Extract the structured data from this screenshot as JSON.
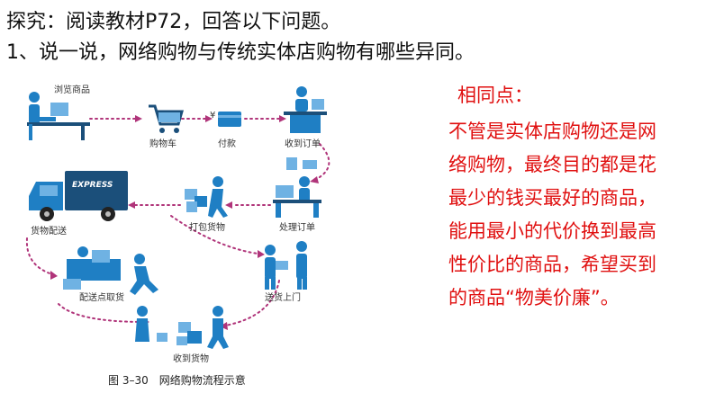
{
  "heading": {
    "line1": "探究：阅读教材P72，回答以下问题。",
    "line2": "1、说一说，网络购物与传统实体店购物有哪些异同。"
  },
  "diagram": {
    "labels": {
      "browse": "浏览商品",
      "cart": "购物车",
      "pay": "付款",
      "receive_order": "收到订单",
      "process_order": "处理订单",
      "pack": "打包货物",
      "delivery": "货物配送",
      "pickup": "配送点取货",
      "door": "送货上门",
      "received": "收到货物",
      "yen": "¥",
      "truck_text": "EXPRESS"
    },
    "caption": "图 3–30　网络购物流程示意"
  },
  "answer": {
    "heading": "相同点：",
    "lines": [
      "不管是实体店购物还是网",
      "络购物，最终目的都是花",
      "最少的钱买最好的商品，",
      "能用最小的代价换到最高",
      "性价比的商品，希望买到",
      "的商品“物美价廉”。"
    ]
  },
  "colors": {
    "answer_red": "#e01010",
    "flow_arrow": "#b0347a",
    "icon_blue": "#1f7fc4"
  }
}
